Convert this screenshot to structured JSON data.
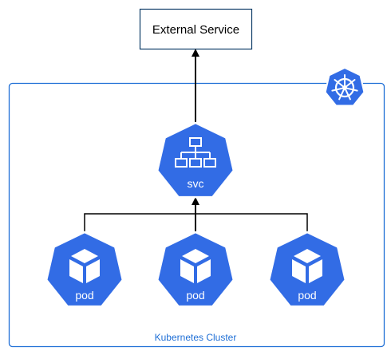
{
  "external_service": {
    "label": "External Service"
  },
  "cluster": {
    "label": "Kubernetes Cluster"
  },
  "service": {
    "label": "svc",
    "icon": "network-hierarchy-icon"
  },
  "pods": [
    {
      "label": "pod",
      "icon": "cube-icon"
    },
    {
      "label": "pod",
      "icon": "cube-icon"
    },
    {
      "label": "pod",
      "icon": "cube-icon"
    }
  ],
  "colors": {
    "k8s_blue": "#326CE5",
    "cluster_border": "#1F6FD6",
    "external_border": "#0D3B66",
    "connector": "#000000",
    "cluster_label": "#1F6FD6"
  },
  "logo": {
    "icon": "kubernetes-helm-icon"
  }
}
